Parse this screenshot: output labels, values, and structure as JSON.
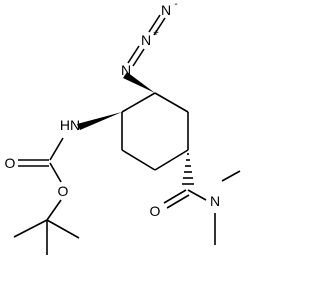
{
  "molecule": {
    "atoms": {
      "azide_n3": "N",
      "azide_n3_charge": "-",
      "azide_n2": "N",
      "azide_n2_charge": "+",
      "azide_n1": "N",
      "carbamate_nh": "HN",
      "carbamate_carbonyl_o": "O",
      "carbamate_ester_o": "O",
      "amide_o": "O",
      "amide_n": "N"
    },
    "colors": {
      "bond": "#000000",
      "label": "#000000",
      "background": "#ffffff"
    }
  }
}
